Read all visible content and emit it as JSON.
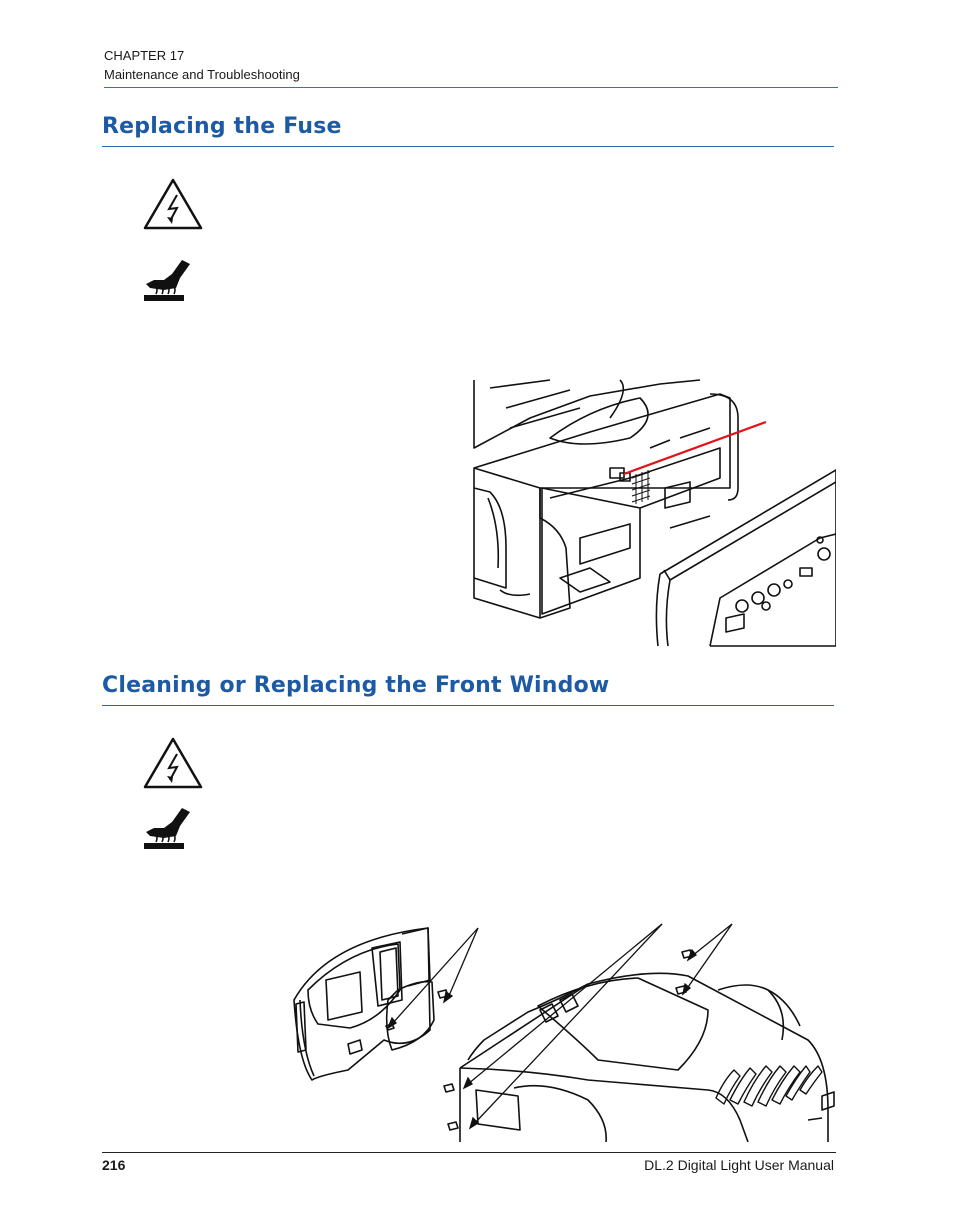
{
  "header": {
    "chapter": "CHAPTER 17",
    "chapter_title": "Maintenance and Troubleshooting"
  },
  "sections": [
    {
      "title": "Replacing the Fuse"
    },
    {
      "title": "Cleaning or Replacing the Front Window"
    }
  ],
  "icons": {
    "electric_warning": "electric-shock-warning-icon",
    "hot_surface": "hot-surface-warning-icon"
  },
  "colors": {
    "heading": "#1d5aa6",
    "rule": "#2e67a8",
    "pointer": "#e0141b"
  },
  "footer": {
    "page_number": "216",
    "manual_title": "DL.2 Digital Light User Manual"
  }
}
